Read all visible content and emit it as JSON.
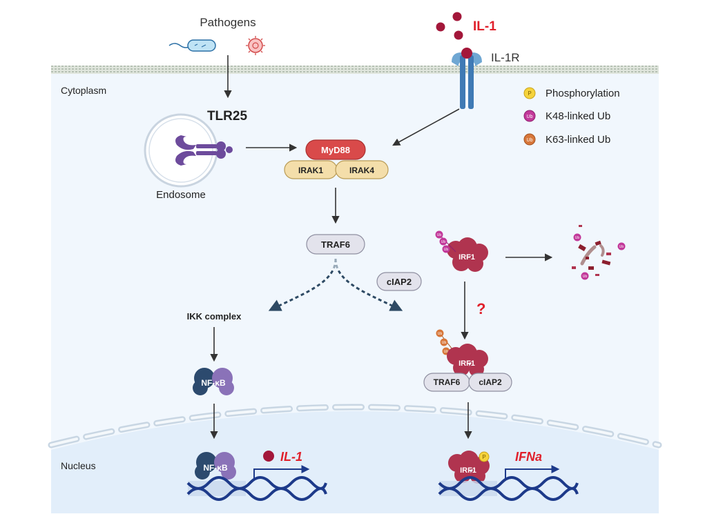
{
  "labels": {
    "pathogens": "Pathogens",
    "il1_ligand": "IL-1",
    "il1r": "IL-1R",
    "cytoplasm": "Cytoplasm",
    "tlr25": "TLR25",
    "endosome": "Endosome",
    "myd88": "MyD88",
    "irak1": "IRAK1",
    "irak4": "IRAK4",
    "traf6": "TRAF6",
    "ciap2": "cIAP2",
    "ikk_complex": "IKK complex",
    "nfkb": "NF-κB",
    "nucleus": "Nucleus",
    "irf1": "IRF1",
    "question": "?",
    "il1_gene": "IL-1",
    "ifna_gene": "IFNa"
  },
  "legend": [
    {
      "symbol": "P",
      "label": "Phosphorylation",
      "color": "#f5d33c",
      "stroke": "#c9a21a",
      "text_color": "#7a5a00"
    },
    {
      "symbol": "Ub",
      "label": "K48-linked Ub",
      "color": "#c2399a",
      "stroke": "#8f1f6f",
      "text_color": "#ffffff"
    },
    {
      "symbol": "Ub",
      "label": "K63-linked Ub",
      "color": "#d7773a",
      "stroke": "#a45220",
      "text_color": "#ffffff"
    }
  ],
  "ub_tag": "Ub",
  "p_tag": "P",
  "colors": {
    "cell_bg": "#f1f7fd",
    "nucleus_bg": "#e2eefa",
    "membrane": "#a9b5a6",
    "myd88": "#d94a4a",
    "irak": "#f4deaa",
    "traf_box": "#e3e3ec",
    "irf1": "#b0344f",
    "nfkb_dark": "#2c4a6e",
    "nfkb_light": "#8a72b8",
    "tlr": "#6d4b9c",
    "il1_dot": "#a3173a",
    "red_text": "#e0202b",
    "arrow": "#333333",
    "dashed_arrow": "#2e4a64",
    "dna": "#1d3a8a"
  }
}
